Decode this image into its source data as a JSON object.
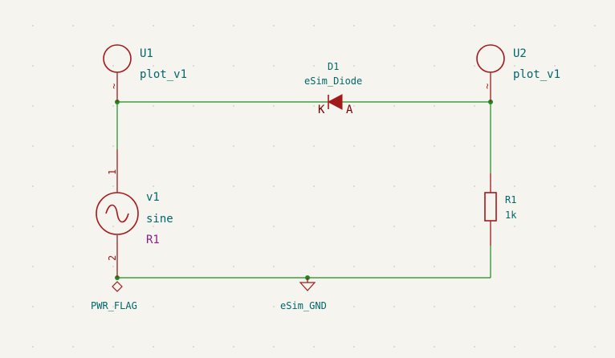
{
  "colors": {
    "background": "#f5f4ef",
    "wire": "#1d8a1d",
    "component": "#a31919",
    "reference_text": "#00676b",
    "field_purple": "#8a1f8a",
    "pin_dark": "#7a0000"
  },
  "components": {
    "u1": {
      "reference": "U1",
      "value": "plot_v1",
      "pin_marker": "~"
    },
    "u2": {
      "reference": "U2",
      "value": "plot_v1",
      "pin_marker": "~"
    },
    "d1": {
      "reference": "D1",
      "value": "eSim_Diode",
      "pin_k": "K",
      "pin_a": "A"
    },
    "v1": {
      "reference": "v1",
      "value": "sine",
      "extra_field": "R1",
      "pin1": "1",
      "pin2": "2"
    },
    "r1": {
      "reference": "R1",
      "value": "1k"
    },
    "pwr_flag": {
      "label": "PWR_FLAG"
    },
    "gnd": {
      "label": "eSim_GND"
    }
  }
}
